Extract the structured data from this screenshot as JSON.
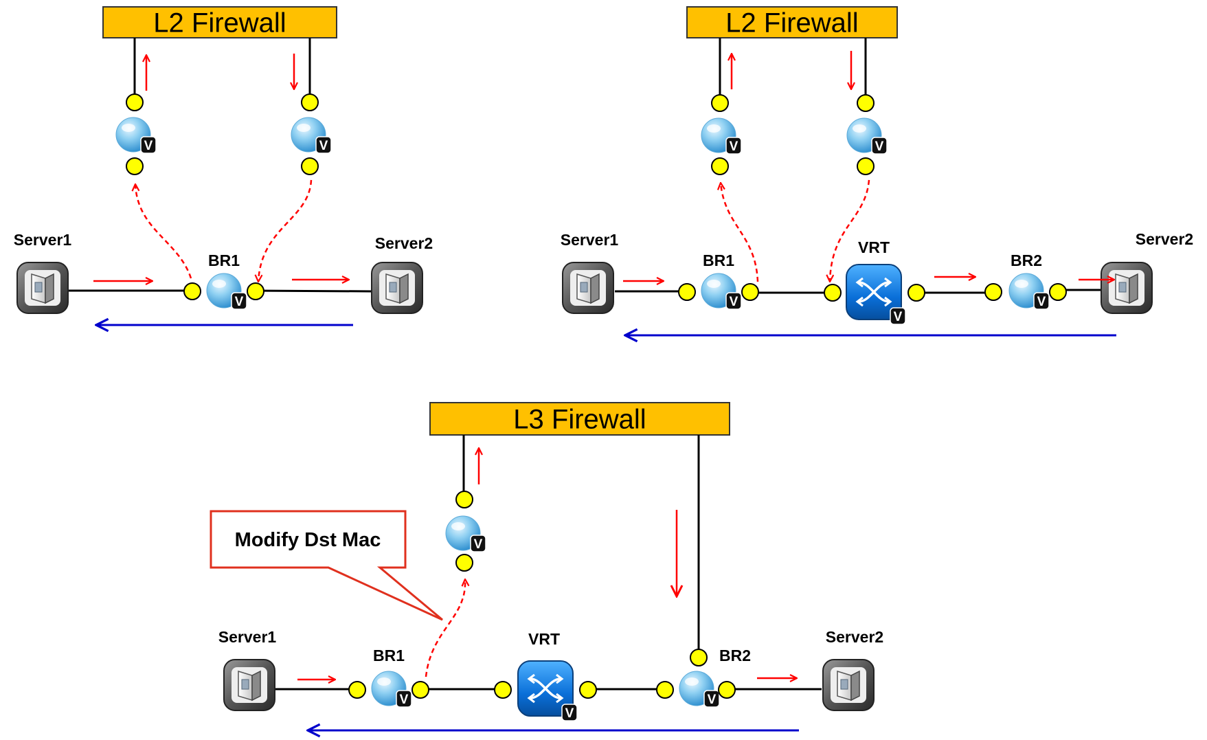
{
  "colors": {
    "firewall_fill": "#FFC000",
    "firewall_border": "#333333",
    "port_fill": "#FFFF00",
    "forward_arrow": "#FF0000",
    "return_arrow": "#0000CC",
    "callout_border": "#E0301E",
    "link": "#000000"
  },
  "icons": {
    "bridge": "bridge-sphere-icon",
    "router": "virtual-router-icon",
    "server": "server-icon",
    "port": "port-dot-icon",
    "virtual_badge": "v-badge-icon"
  },
  "badge": "V",
  "panel_l2_single": {
    "firewall_label": "L2 Firewall",
    "server1": "Server1",
    "server2": "Server2",
    "bridge": "BR1"
  },
  "panel_l2_vrt": {
    "firewall_label": "L2 Firewall",
    "server1": "Server1",
    "server2": "Server2",
    "bridge1": "BR1",
    "router": "VRT",
    "bridge2": "BR2"
  },
  "panel_l3": {
    "firewall_label": "L3 Firewall",
    "server1": "Server1",
    "server2": "Server2",
    "bridge1": "BR1",
    "router": "VRT",
    "bridge2": "BR2",
    "callout": "Modify Dst Mac"
  }
}
